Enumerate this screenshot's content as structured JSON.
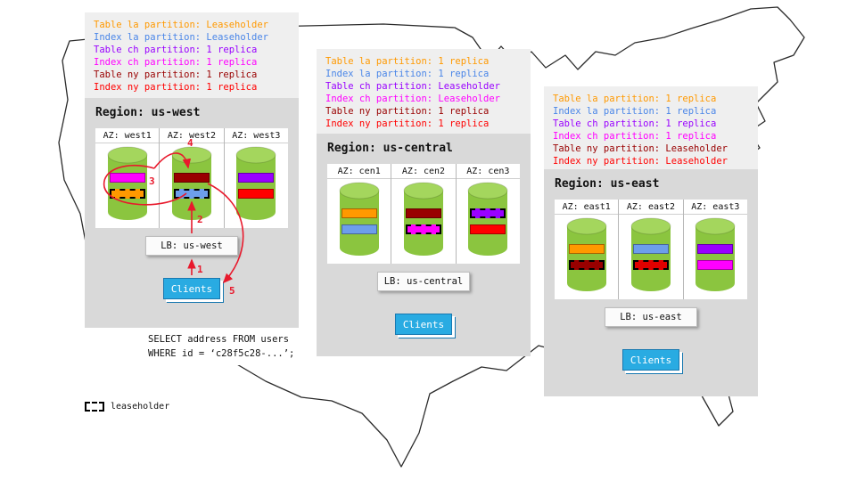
{
  "legends": [
    {
      "id": "us-west",
      "lines": [
        {
          "text": "Table la partition: Leaseholder",
          "color": "#ff9900"
        },
        {
          "text": "Index la partition: Leaseholder",
          "color": "#4a86e8"
        },
        {
          "text": "Table ch partition: 1 replica",
          "color": "#9900ff"
        },
        {
          "text": "Index ch partition: 1 replica",
          "color": "#ff00ff"
        },
        {
          "text": "Table ny partition: 1 replica",
          "color": "#990000"
        },
        {
          "text": "Index ny partition: 1 replica",
          "color": "#ff0000"
        }
      ]
    },
    {
      "id": "us-central",
      "lines": [
        {
          "text": "Table la partition: 1 replica",
          "color": "#ff9900"
        },
        {
          "text": "Index la partition: 1 replica",
          "color": "#4a86e8"
        },
        {
          "text": "Table ch partition: Leaseholder",
          "color": "#9900ff"
        },
        {
          "text": "Index ch partition: Leaseholder",
          "color": "#ff00ff"
        },
        {
          "text": "Table ny partition: 1 replica",
          "color": "#990000"
        },
        {
          "text": "Index ny partition: 1 replica",
          "color": "#ff0000"
        }
      ]
    },
    {
      "id": "us-east",
      "lines": [
        {
          "text": "Table la partition: 1 replica",
          "color": "#ff9900"
        },
        {
          "text": "Index la partition: 1 replica",
          "color": "#4a86e8"
        },
        {
          "text": "Table ch partition: 1 replica",
          "color": "#9900ff"
        },
        {
          "text": "Index ch partition: 1 replica",
          "color": "#ff00ff"
        },
        {
          "text": "Table ny partition: Leaseholder",
          "color": "#990000"
        },
        {
          "text": "Index ny partition: Leaseholder",
          "color": "#ff0000"
        }
      ]
    }
  ],
  "regions": [
    {
      "title": "Region: us-west",
      "lb": "LB: us-west",
      "clients": "Clients",
      "azs": [
        {
          "label": "AZ: west1",
          "bars": [
            {
              "partition": "index-ch",
              "color": "#ff00ff",
              "leaseholder": false
            },
            {
              "partition": "table-la",
              "color": "#ff9900",
              "leaseholder": true
            }
          ]
        },
        {
          "label": "AZ: west2",
          "bars": [
            {
              "partition": "table-ny",
              "color": "#990000",
              "leaseholder": false
            },
            {
              "partition": "index-la",
              "color": "#6d9eeb",
              "leaseholder": true
            }
          ]
        },
        {
          "label": "AZ: west3",
          "bars": [
            {
              "partition": "table-ch",
              "color": "#9900ff",
              "leaseholder": false
            },
            {
              "partition": "index-ny",
              "color": "#ff0000",
              "leaseholder": false
            }
          ]
        }
      ]
    },
    {
      "title": "Region: us-central",
      "lb": "LB: us-central",
      "clients": "Clients",
      "azs": [
        {
          "label": "AZ: cen1",
          "bars": [
            {
              "partition": "table-la",
              "color": "#ff9900",
              "leaseholder": false
            },
            {
              "partition": "index-la",
              "color": "#6d9eeb",
              "leaseholder": false
            }
          ]
        },
        {
          "label": "AZ: cen2",
          "bars": [
            {
              "partition": "table-ny",
              "color": "#990000",
              "leaseholder": false
            },
            {
              "partition": "index-ch",
              "color": "#ff00ff",
              "leaseholder": true
            }
          ]
        },
        {
          "label": "AZ: cen3",
          "bars": [
            {
              "partition": "table-ch",
              "color": "#9900ff",
              "leaseholder": true
            },
            {
              "partition": "index-ny",
              "color": "#ff0000",
              "leaseholder": false
            }
          ]
        }
      ]
    },
    {
      "title": "Region: us-east",
      "lb": "LB: us-east",
      "clients": "Clients",
      "azs": [
        {
          "label": "AZ: east1",
          "bars": [
            {
              "partition": "table-la",
              "color": "#ff9900",
              "leaseholder": false
            },
            {
              "partition": "table-ny",
              "color": "#990000",
              "leaseholder": true
            }
          ]
        },
        {
          "label": "AZ: east2",
          "bars": [
            {
              "partition": "index-la",
              "color": "#6d9eeb",
              "leaseholder": false
            },
            {
              "partition": "index-ny",
              "color": "#e00000",
              "leaseholder": true
            }
          ]
        },
        {
          "label": "AZ: east3",
          "bars": [
            {
              "partition": "table-ch",
              "color": "#9900ff",
              "leaseholder": false
            },
            {
              "partition": "index-ch",
              "color": "#ff00ff",
              "leaseholder": false
            }
          ]
        }
      ]
    }
  ],
  "sql": {
    "line1": "SELECT address FROM users",
    "line2": "WHERE id = ‘c28f5c28-...’;"
  },
  "leaseholder_key": {
    "label": "leaseholder"
  },
  "arrow_labels": [
    "1",
    "2",
    "3",
    "4",
    "5"
  ],
  "colors": {
    "legend_bg": "#efefef",
    "region_bg": "#d9d9d9",
    "cylinder_body": "#8bc53f",
    "cylinder_top": "#a4d65d",
    "clients_bg": "#29abe2",
    "arrow": "#e8192c"
  }
}
